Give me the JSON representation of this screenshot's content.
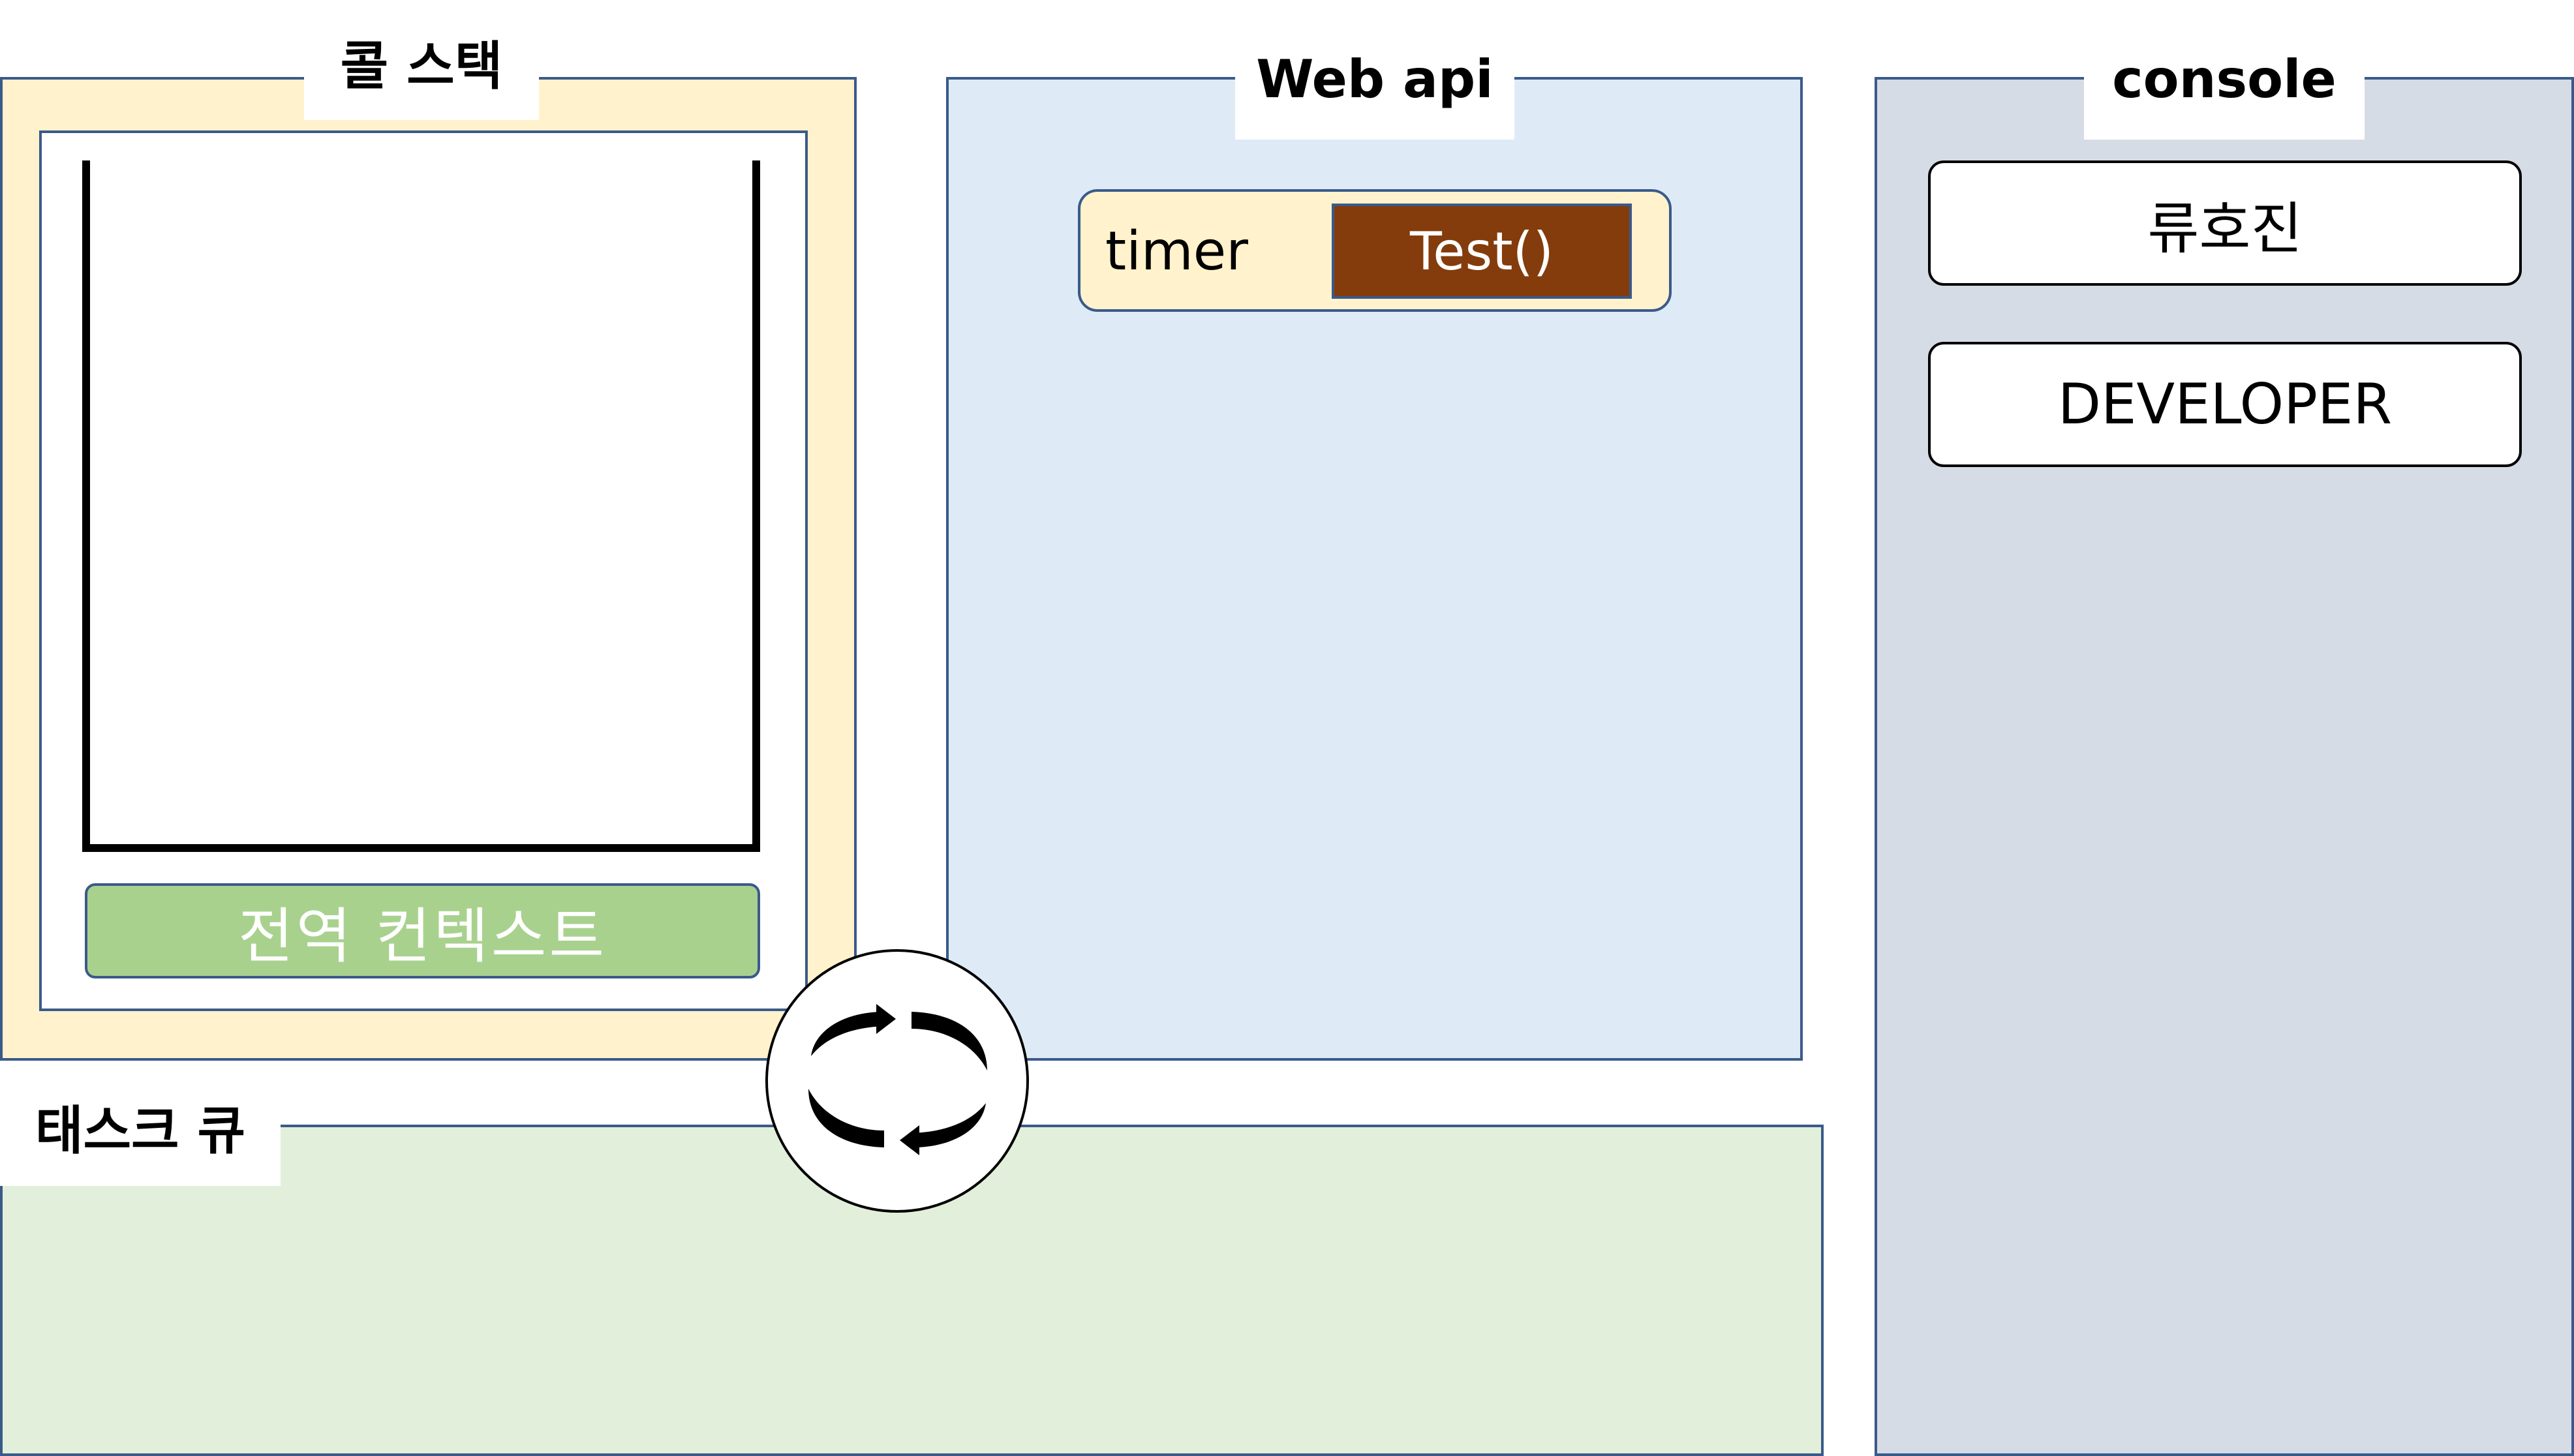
{
  "call_stack": {
    "title": "콜 스택",
    "global_context_label": "전역 컨텍스트"
  },
  "web_api": {
    "title": "Web api",
    "timer": {
      "label": "timer",
      "callback": "Test()"
    }
  },
  "console": {
    "title": "console",
    "lines": [
      "류호진",
      "DEVELOPER"
    ]
  },
  "task_queue": {
    "title": "태스크 큐"
  },
  "event_loop": {
    "icon": "cycle-arrows-icon"
  },
  "colors": {
    "call_stack_bg": "#fff2cc",
    "web_api_bg": "#deebf7",
    "console_bg": "#d6dce5",
    "task_queue_bg": "#e2efda",
    "global_context_bg": "#a9d18e",
    "callback_bg": "#843c0c",
    "border": "#3a5a8a"
  }
}
